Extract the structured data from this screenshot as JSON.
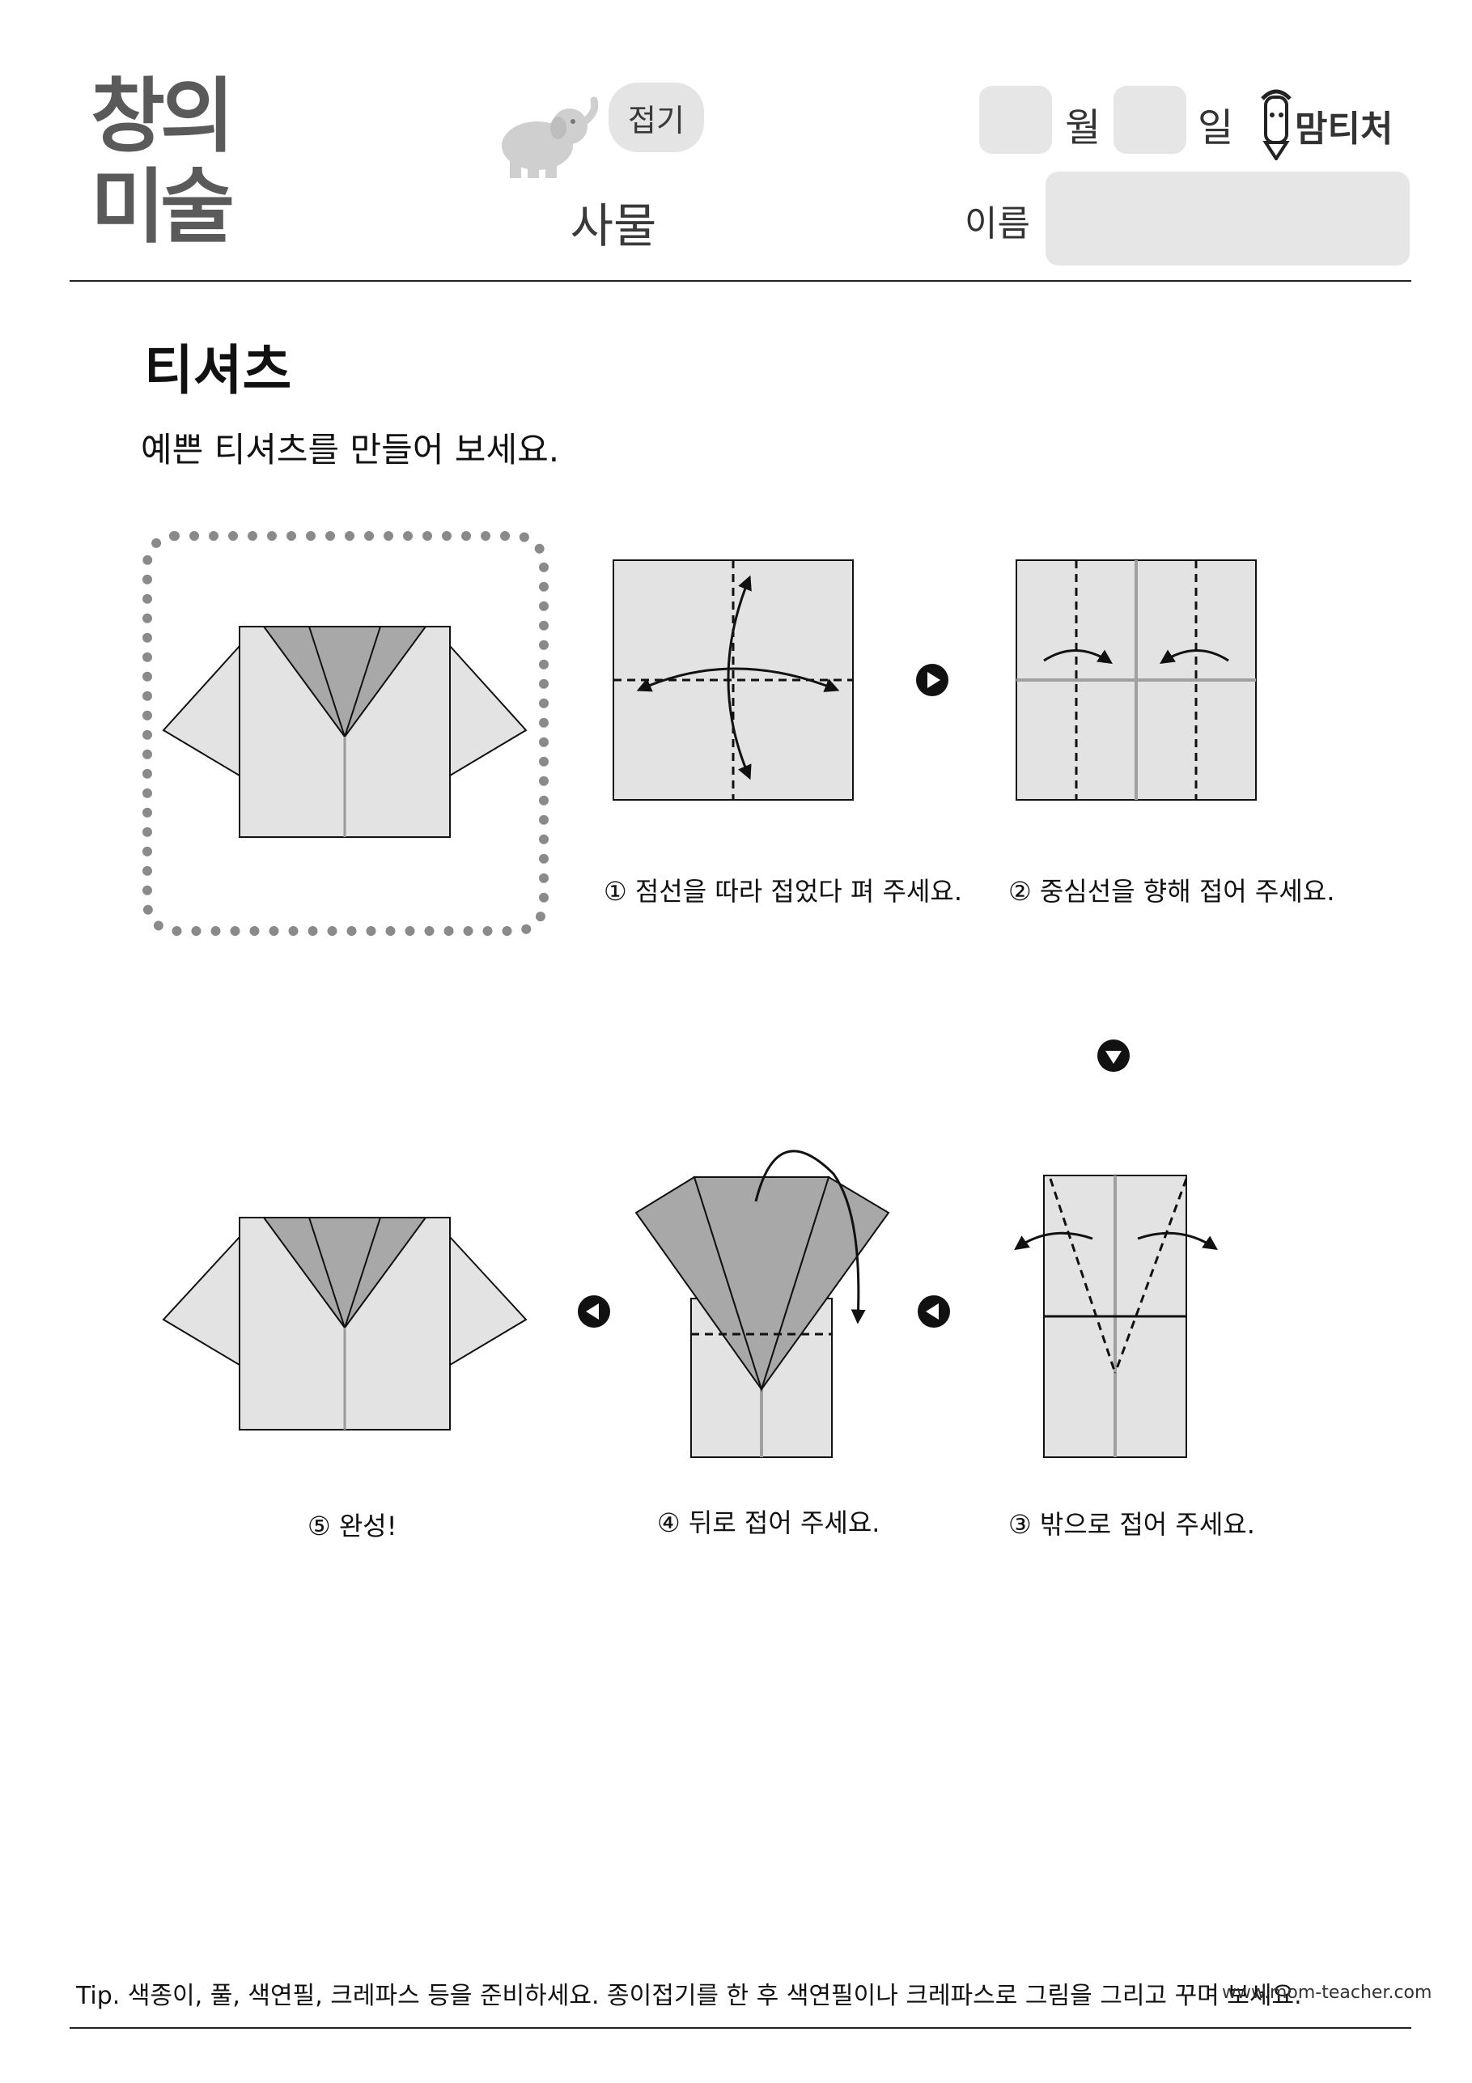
{
  "header": {
    "logo_line1": "창의",
    "logo_line2": "미술",
    "activity": "접기",
    "category": "사물",
    "month_label": "월",
    "day_label": "일",
    "name_label": "이름",
    "brand": "맘티처"
  },
  "title": "티셔츠",
  "subtitle": "예쁜 티셔츠를 만들어 보세요.",
  "steps": [
    {
      "caption": "① 점선을 따라 접었다 펴 주세요."
    },
    {
      "caption": "② 중심선을 향해 접어 주세요."
    },
    {
      "caption": "③ 밖으로 접어 주세요."
    },
    {
      "caption": "④ 뒤로 접어 주세요."
    },
    {
      "caption": "⑤ 완성!"
    }
  ],
  "footer": {
    "tip": "Tip. 색종이, 풀, 색연필, 크레파스 등을 준비하세요. 종이접기를 한 후 색연필이나 크레파스로 그림을 그리고 꾸며 보세요.",
    "website": "www.mom-teacher.com"
  },
  "colors": {
    "paper_light": "#e3e3e3",
    "paper_dark": "#a8a8a8",
    "paper_mid": "#d8d8d8",
    "box_fill": "#e6e6e6",
    "frame_border": "#8a8a8a"
  }
}
